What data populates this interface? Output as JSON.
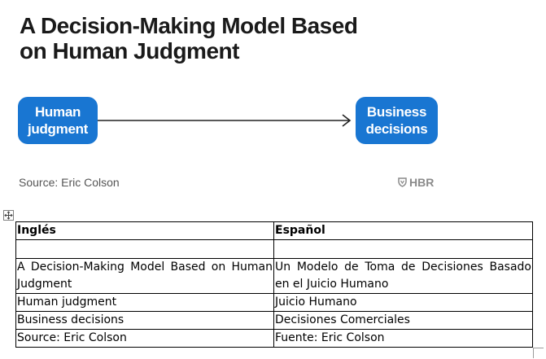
{
  "figure": {
    "title": "A Decision-Making Model Based on Human Judgment",
    "node_left": "Human judgment",
    "node_right": "Business decisions",
    "source": "Source: Eric Colson",
    "logo_text": "HBR",
    "accent_color": "#1976d2"
  },
  "table": {
    "headers": [
      "Inglés",
      "Español"
    ],
    "rows": [
      [
        "",
        ""
      ],
      [
        "A Decision-Making Model Based on Human Judgment",
        "Un Modelo de Toma de Decisiones Basado en el Juicio Humano"
      ],
      [
        "Human judgment",
        "Juicio Humano"
      ],
      [
        "Business decisions",
        "Decisiones Comerciales"
      ],
      [
        "Source: Eric Colson",
        "Fuente: Eric Colson"
      ]
    ]
  },
  "icons": {
    "move_handle": "move-icon",
    "logo": "hbr-shield-icon"
  }
}
